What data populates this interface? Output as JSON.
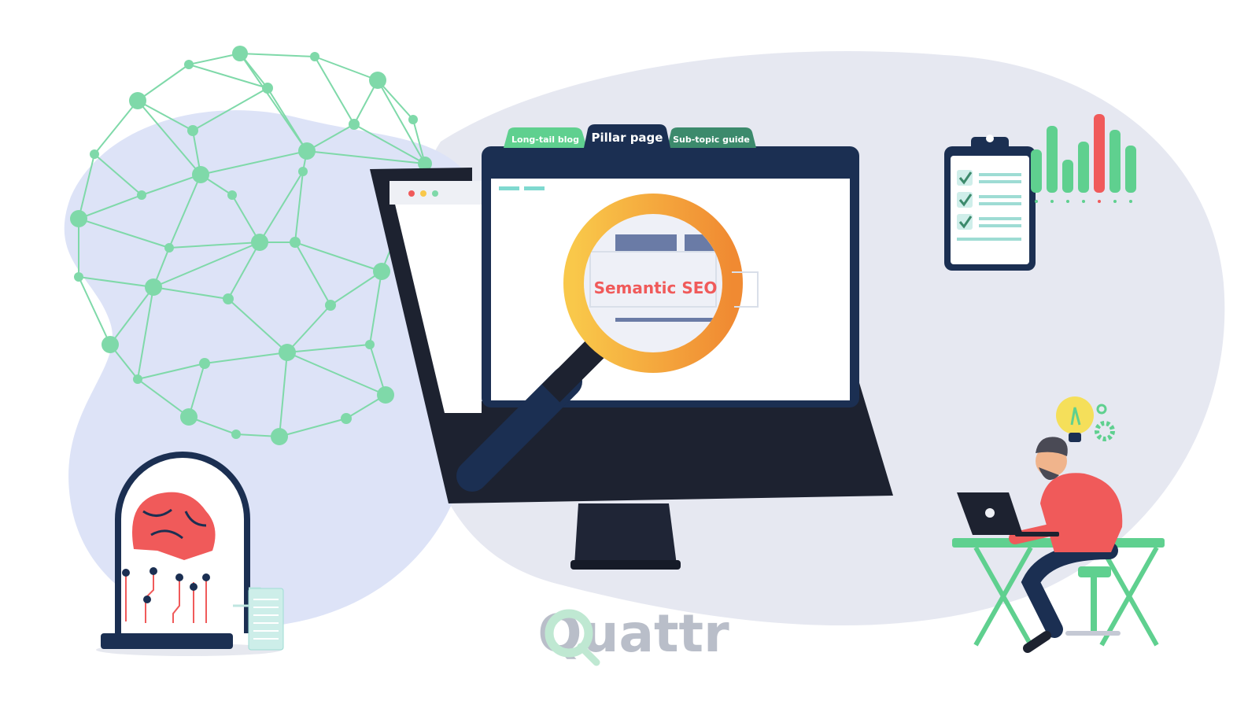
{
  "tabs": [
    {
      "label": "Long-tail blog",
      "color": "#5fd08f"
    },
    {
      "label": "Pillar page",
      "color": "#1b2f52"
    },
    {
      "label": "Sub-topic guide",
      "color": "#3c8a6c"
    }
  ],
  "magnifier": {
    "text": "Semantic SEO",
    "text_color": "#f05a5a"
  },
  "logo": {
    "text": "Quattr"
  },
  "colors": {
    "navy": "#1b2f52",
    "blob": "#dfe3f4",
    "network": "#7fd9a9",
    "green": "#5fd08f",
    "red": "#f05a5a",
    "orange_start": "#f9c84a",
    "orange_end": "#f08a32"
  },
  "bar_chart": {
    "values": [
      0.55,
      0.85,
      0.42,
      0.65,
      1.0,
      0.8,
      0.6
    ],
    "highlight_index": 4
  },
  "checklist": {
    "checked_items": 3
  }
}
